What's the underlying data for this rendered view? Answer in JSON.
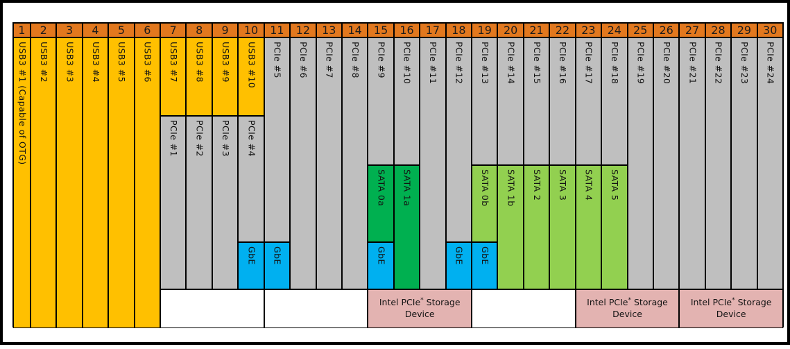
{
  "colors": {
    "header_bg": "#E2781E",
    "usb3": "#FFC000",
    "pcie": "#BFBFBF",
    "sata_dark": "#00B050",
    "sata_light": "#92D050",
    "gbe": "#00B0F0",
    "storage": "#E3B3B1",
    "blank": "#FFFFFF",
    "border": "#000000",
    "text": "#141414"
  },
  "lanes": [
    {
      "num": "1",
      "segments": [
        {
          "type": "usb3",
          "label": "USB3 #1 (Capable of OTG)",
          "row": [
            2,
            7
          ]
        }
      ]
    },
    {
      "num": "2",
      "segments": [
        {
          "type": "usb3",
          "label": "USB3 #2",
          "row": [
            2,
            7
          ]
        }
      ]
    },
    {
      "num": "3",
      "segments": [
        {
          "type": "usb3",
          "label": "USB3 #3",
          "row": [
            2,
            7
          ]
        }
      ]
    },
    {
      "num": "4",
      "segments": [
        {
          "type": "usb3",
          "label": "USB3 #4",
          "row": [
            2,
            7
          ]
        }
      ]
    },
    {
      "num": "5",
      "segments": [
        {
          "type": "usb3",
          "label": "USB3 #5",
          "row": [
            2,
            7
          ]
        }
      ]
    },
    {
      "num": "6",
      "segments": [
        {
          "type": "usb3",
          "label": "USB3 #6",
          "row": [
            2,
            7
          ]
        }
      ]
    },
    {
      "num": "7",
      "segments": [
        {
          "type": "usb3",
          "label": "USB3 #7",
          "row": [
            2,
            3
          ]
        },
        {
          "type": "pcie",
          "label": "PCIe #1",
          "row": [
            3,
            6
          ]
        }
      ]
    },
    {
      "num": "8",
      "segments": [
        {
          "type": "usb3",
          "label": "USB3 #8",
          "row": [
            2,
            3
          ]
        },
        {
          "type": "pcie",
          "label": "PCIe #2",
          "row": [
            3,
            6
          ]
        }
      ]
    },
    {
      "num": "9",
      "segments": [
        {
          "type": "usb3",
          "label": "USB3 #9",
          "row": [
            2,
            3
          ]
        },
        {
          "type": "pcie",
          "label": "PCIe #3",
          "row": [
            3,
            6
          ]
        }
      ]
    },
    {
      "num": "10",
      "segments": [
        {
          "type": "usb3",
          "label": "USB3 #10",
          "row": [
            2,
            3
          ]
        },
        {
          "type": "pcie",
          "label": "PCIe #4",
          "row": [
            3,
            5
          ]
        },
        {
          "type": "gbe",
          "label": "GbE",
          "row": [
            5,
            6
          ]
        }
      ]
    },
    {
      "num": "11",
      "segments": [
        {
          "type": "pcie",
          "label": "PCIe #5",
          "row": [
            2,
            5
          ]
        },
        {
          "type": "gbe",
          "label": "GbE",
          "row": [
            5,
            6
          ]
        }
      ]
    },
    {
      "num": "12",
      "segments": [
        {
          "type": "pcie",
          "label": "PCIe #6",
          "row": [
            2,
            6
          ]
        }
      ]
    },
    {
      "num": "13",
      "segments": [
        {
          "type": "pcie",
          "label": "PCIe #7",
          "row": [
            2,
            6
          ]
        }
      ]
    },
    {
      "num": "14",
      "segments": [
        {
          "type": "pcie",
          "label": "PCIe #8",
          "row": [
            2,
            6
          ]
        }
      ]
    },
    {
      "num": "15",
      "segments": [
        {
          "type": "pcie",
          "label": "PCIe #9",
          "row": [
            2,
            4
          ]
        },
        {
          "type": "sata_dark",
          "label": "SATA 0a",
          "row": [
            4,
            5
          ]
        },
        {
          "type": "gbe",
          "label": "GbE",
          "row": [
            5,
            6
          ]
        }
      ]
    },
    {
      "num": "16",
      "segments": [
        {
          "type": "pcie",
          "label": "PCIe #10",
          "row": [
            2,
            4
          ]
        },
        {
          "type": "sata_dark",
          "label": "SATA 1a",
          "row": [
            4,
            6
          ]
        }
      ]
    },
    {
      "num": "17",
      "segments": [
        {
          "type": "pcie",
          "label": "PCIe #11",
          "row": [
            2,
            6
          ]
        }
      ]
    },
    {
      "num": "18",
      "segments": [
        {
          "type": "pcie",
          "label": "PCIe #12",
          "row": [
            2,
            5
          ]
        },
        {
          "type": "gbe",
          "label": "GbE",
          "row": [
            5,
            6
          ]
        }
      ]
    },
    {
      "num": "19",
      "segments": [
        {
          "type": "pcie",
          "label": "PCIe #13",
          "row": [
            2,
            4
          ]
        },
        {
          "type": "sata_light",
          "label": "SATA 0b",
          "row": [
            4,
            5
          ]
        },
        {
          "type": "gbe",
          "label": "GbE",
          "row": [
            5,
            6
          ]
        }
      ]
    },
    {
      "num": "20",
      "segments": [
        {
          "type": "pcie",
          "label": "PCIe #14",
          "row": [
            2,
            4
          ]
        },
        {
          "type": "sata_light",
          "label": "SATA 1b",
          "row": [
            4,
            6
          ]
        }
      ]
    },
    {
      "num": "21",
      "segments": [
        {
          "type": "pcie",
          "label": "PCIe #15",
          "row": [
            2,
            4
          ]
        },
        {
          "type": "sata_light",
          "label": "SATA 2",
          "row": [
            4,
            6
          ]
        }
      ]
    },
    {
      "num": "22",
      "segments": [
        {
          "type": "pcie",
          "label": "PCIe #16",
          "row": [
            2,
            4
          ]
        },
        {
          "type": "sata_light",
          "label": "SATA 3",
          "row": [
            4,
            6
          ]
        }
      ]
    },
    {
      "num": "23",
      "segments": [
        {
          "type": "pcie",
          "label": "PCIe #17",
          "row": [
            2,
            4
          ]
        },
        {
          "type": "sata_light",
          "label": "SATA 4",
          "row": [
            4,
            6
          ]
        }
      ]
    },
    {
      "num": "24",
      "segments": [
        {
          "type": "pcie",
          "label": "PCIe #18",
          "row": [
            2,
            4
          ]
        },
        {
          "type": "sata_light",
          "label": "SATA 5",
          "row": [
            4,
            6
          ]
        }
      ]
    },
    {
      "num": "25",
      "segments": [
        {
          "type": "pcie",
          "label": "PCIe #19",
          "row": [
            2,
            6
          ]
        }
      ]
    },
    {
      "num": "26",
      "segments": [
        {
          "type": "pcie",
          "label": "PCIe #20",
          "row": [
            2,
            6
          ]
        }
      ]
    },
    {
      "num": "27",
      "segments": [
        {
          "type": "pcie",
          "label": "PCIe #21",
          "row": [
            2,
            6
          ]
        }
      ]
    },
    {
      "num": "28",
      "segments": [
        {
          "type": "pcie",
          "label": "PCIe #22",
          "row": [
            2,
            6
          ]
        }
      ]
    },
    {
      "num": "29",
      "segments": [
        {
          "type": "pcie",
          "label": "PCIe #23",
          "row": [
            2,
            6
          ]
        }
      ]
    },
    {
      "num": "30",
      "segments": [
        {
          "type": "pcie",
          "label": "PCIe #24",
          "row": [
            2,
            6
          ]
        }
      ]
    }
  ],
  "footer": {
    "boxes": [
      {
        "type": "blank",
        "cols": [
          7,
          11
        ]
      },
      {
        "type": "blank",
        "cols": [
          11,
          15
        ]
      },
      {
        "type": "storage",
        "cols": [
          15,
          19
        ]
      },
      {
        "type": "blank",
        "cols": [
          19,
          23
        ]
      },
      {
        "type": "storage",
        "cols": [
          23,
          27
        ]
      },
      {
        "type": "storage",
        "cols": [
          27,
          31
        ]
      }
    ],
    "storage_label": {
      "pre": "Intel PCIe",
      "sup": "*",
      "post": " Storage Device"
    }
  }
}
